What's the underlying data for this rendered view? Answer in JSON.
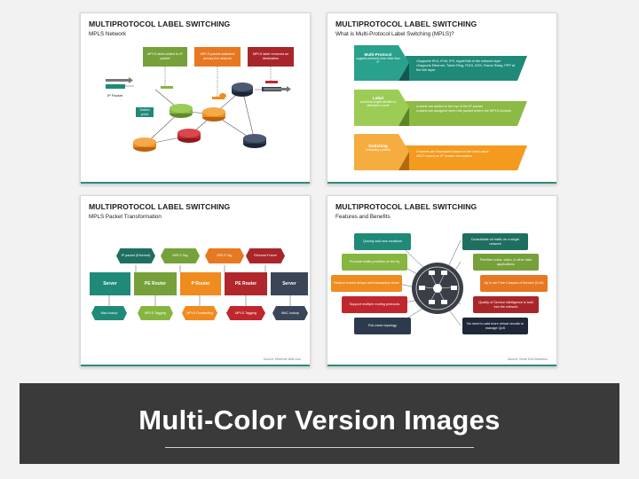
{
  "slide1": {
    "title": "MULTIPROTOCOL LABEL SWITCHING",
    "subtitle": "MPLS Network",
    "callouts": [
      {
        "text": "MPLS label added to IP packet",
        "color": "#76a03a"
      },
      {
        "text": "MPLS packet-switched across the network",
        "color": "#e87722"
      },
      {
        "text": "MPLS label removed as destination",
        "color": "#a8262a"
      }
    ],
    "ip_packet_label": "IP Packet",
    "switch_point_label": "Switch point",
    "colors": {
      "green": "#86b640",
      "orange": "#ef8b1f",
      "red": "#c0272d",
      "navy": "#2d3a4e",
      "teal": "#1f8a78"
    }
  },
  "slide2": {
    "title": "MULTIPROTOCOL LABEL SWITCHING",
    "subtitle": "What is Multi-Protocol Label Switching (MPLS)?",
    "rows": [
      {
        "heading": "Multi-Protocol",
        "caption": "supports protocols even other than IP",
        "color": "#1f8a78",
        "bullets": [
          "Supports IPv4, IPv6, IPX, AppleTalk at the network layer",
          "Supports Ethernet, Token Ring, FDDI, ATM, Frame Relay, PPP at the link layer"
        ]
      },
      {
        "heading": "Label",
        "caption": "short fixed-length identifier to determine a route",
        "color": "#8dba45",
        "bullets": [
          "Labels are added to the top of the IP packet",
          "Labels are assigned when the packet enters the MPLS domain"
        ]
      },
      {
        "heading": "Switching",
        "caption": "forwarding a packet",
        "color": "#f39a1f",
        "bullets": [
          "Packets are forwarded based on the label value",
          "NOT based on IP header information"
        ]
      }
    ]
  },
  "slide3": {
    "title": "MULTIPROTOCOL LABEL SWITCHING",
    "subtitle": "MPLS Packet Transformation",
    "top_tags": [
      {
        "text": "IP packet (Ethernet)",
        "color": "#1f6f61"
      },
      {
        "text": "MPLS Tag",
        "color": "#76a03a"
      },
      {
        "text": "MPLS Tag",
        "color": "#e87722"
      },
      {
        "text": "Ethernet Frame",
        "color": "#a8262a"
      }
    ],
    "nodes": [
      {
        "text": "Server",
        "color": "#1f8a78"
      },
      {
        "text": "PE Router",
        "color": "#76a03a"
      },
      {
        "text": "P Router",
        "color": "#ef8b1f"
      },
      {
        "text": "PE Router",
        "color": "#b0272c"
      },
      {
        "text": "Server",
        "color": "#3a4558"
      }
    ],
    "bottom_tags": [
      {
        "text": "Mac lookup",
        "color": "#1f8a78"
      },
      {
        "text": "MPLS Tagging",
        "color": "#86b640"
      },
      {
        "text": "MPLS Forwarding",
        "color": "#ef8b1f"
      },
      {
        "text": "MPLS Tagging",
        "color": "#c0272d"
      },
      {
        "text": "MAC lookup",
        "color": "#3a4558"
      }
    ],
    "source": "Source: Ethernet Wiki.com"
  },
  "slide4": {
    "title": "MULTIPROTOCOL LABEL SWITCHING",
    "subtitle": "Features and Benefits",
    "left": [
      {
        "text": "Quickly add new locations",
        "color": "#1f8a78"
      },
      {
        "text": "Promote traffic priorities on the fly",
        "color": "#86b640"
      },
      {
        "text": "Reduce transit delays and transaction times",
        "color": "#ef8b1f"
      },
      {
        "text": "Support multiple routing protocols",
        "color": "#c0272d"
      },
      {
        "text": "Full-mesh topology",
        "color": "#2d3a4e"
      }
    ],
    "right": [
      {
        "text": "Consolidate all traffic on a single network",
        "color": "#1f6f61"
      },
      {
        "text": "Prioritize voice, video, & other data applications",
        "color": "#76a03a"
      },
      {
        "text": "Up to six Free Classes of Service (CoS)",
        "color": "#e87722"
      },
      {
        "text": "Quality of Service intelligence is built into the network",
        "color": "#a8262a"
      },
      {
        "text": "No need to add more virtual circuits to manage QoS",
        "color": "#1e2838"
      }
    ],
    "source": "Source: North End Business"
  },
  "banner": {
    "title": "Multi-Color Version Images",
    "background": "#3a3a3a"
  }
}
